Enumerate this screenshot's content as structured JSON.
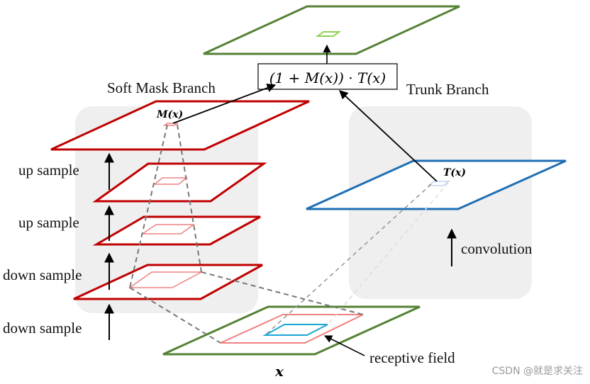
{
  "labels": {
    "soft_mask_branch": "Soft Mask Branch",
    "trunk_branch": "Trunk Branch",
    "up_sample_1": "up sample",
    "up_sample_2": "up sample",
    "down_sample_1": "down sample",
    "down_sample_2": "down sample",
    "convolution": "convolution",
    "receptive_field": "receptive field",
    "input_x": "x",
    "mask_label": "M(x)",
    "trunk_label": "T(x)",
    "formula": "(1 + M(x)) · T(x)"
  },
  "watermark": "CSDN @就是求关注",
  "colors": {
    "mask_red": "#c00000",
    "light_red": "#f08080",
    "trunk_blue": "#1f6fb5",
    "input_green": "#548235",
    "panel_gray": "#f0f0f0",
    "receptive_cyan": "#1aa7d6"
  }
}
